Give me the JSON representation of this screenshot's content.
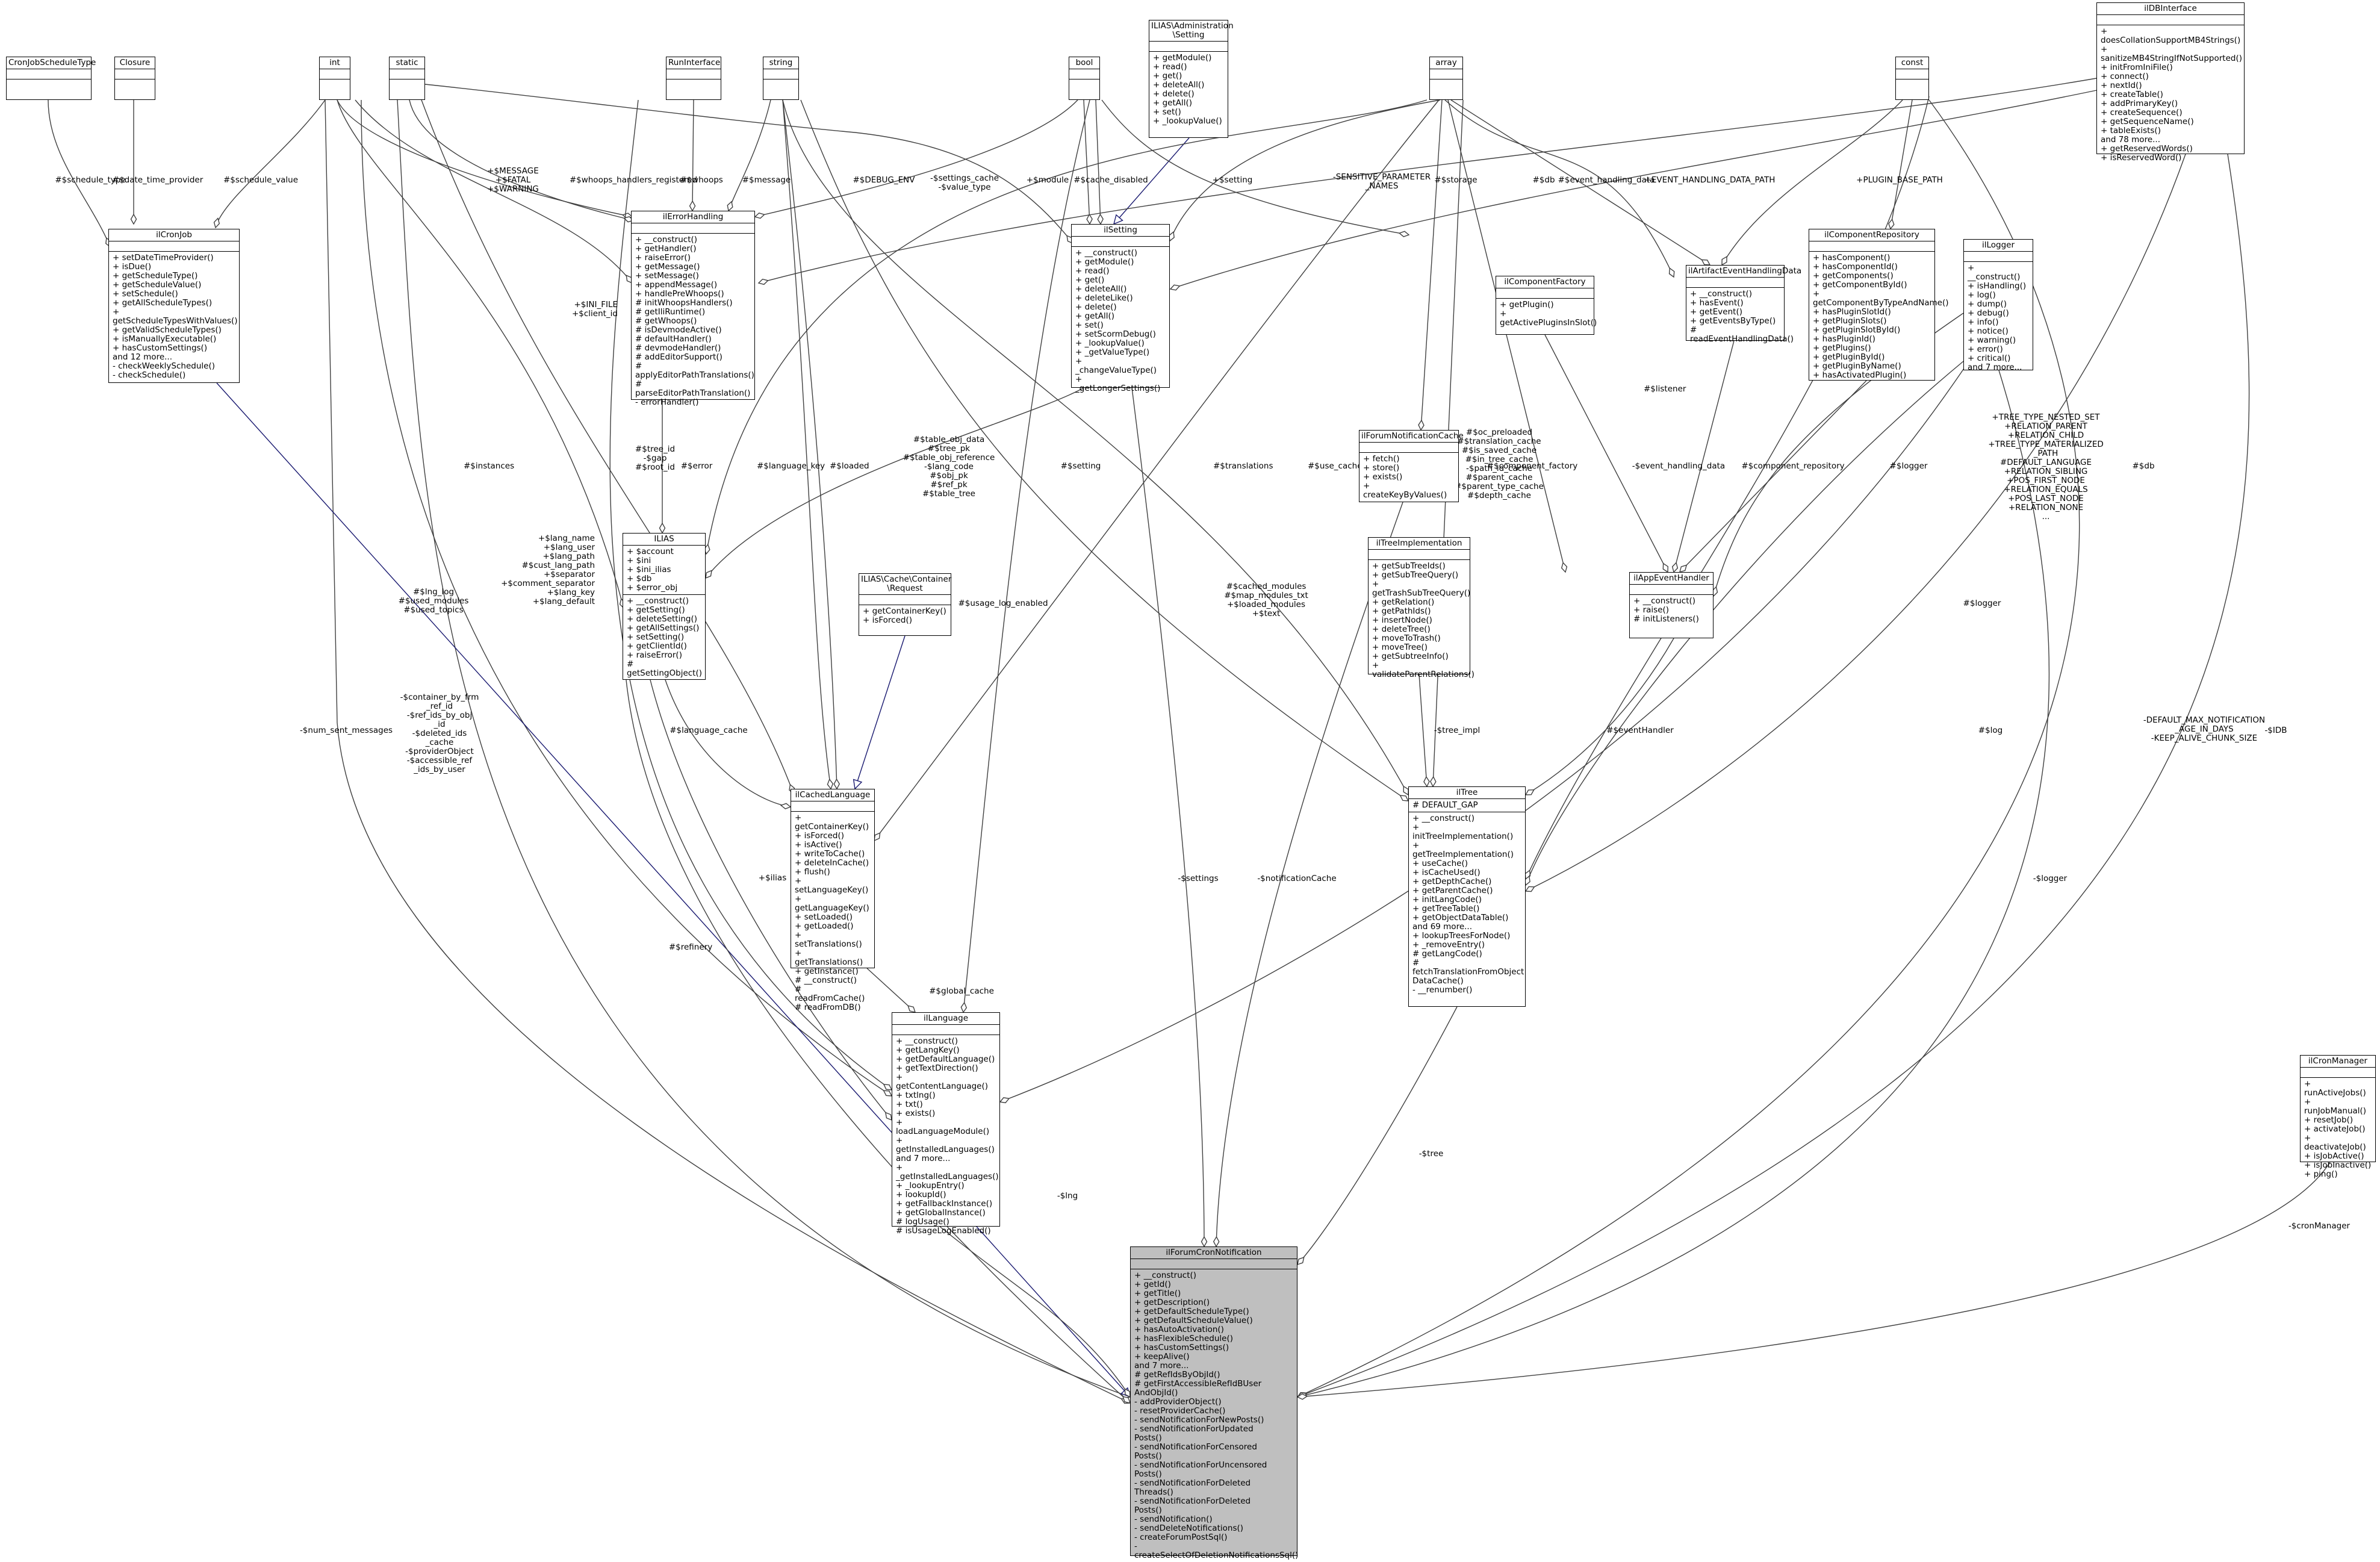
{
  "classes": {
    "CronJobScheduleType": {
      "title": "CronJobScheduleType",
      "attrs": "",
      "ops": ""
    },
    "Closure": {
      "title": "Closure",
      "attrs": "",
      "ops": ""
    },
    "int": {
      "title": "int",
      "attrs": "",
      "ops": ""
    },
    "static": {
      "title": "static",
      "attrs": "",
      "ops": ""
    },
    "RunInterface": {
      "title": "RunInterface",
      "attrs": "",
      "ops": ""
    },
    "string": {
      "title": "string",
      "attrs": "",
      "ops": ""
    },
    "bool": {
      "title": "bool",
      "attrs": "",
      "ops": ""
    },
    "AdminSetting": {
      "title": "ILIAS\\Administration\n\\Setting",
      "attrs": "",
      "ops": "+ getModule()\n+ read()\n+ get()\n+ deleteAll()\n+ delete()\n+ getAll()\n+ set()\n+ _lookupValue()"
    },
    "array": {
      "title": "array",
      "attrs": "",
      "ops": ""
    },
    "const": {
      "title": "const",
      "attrs": "",
      "ops": ""
    },
    "ilDBInterface": {
      "title": "ilDBInterface",
      "attrs": "",
      "ops": "+ doesCollationSupportMB4Strings()\n+ sanitizeMB4StringIfNotSupported()\n+ initFromIniFile()\n+ connect()\n+ nextId()\n+ createTable()\n+ addPrimaryKey()\n+ createSequence()\n+ getSequenceName()\n+ tableExists()\nand 78 more...\n+ getReservedWords()\n+ isReservedWord()"
    },
    "ilCronJob": {
      "title": "ilCronJob",
      "attrs": "",
      "ops": "+ setDateTimeProvider()\n+ isDue()\n+ getScheduleType()\n+ getScheduleValue()\n+ setSchedule()\n+ getAllScheduleTypes()\n+ getScheduleTypesWithValues()\n+ getValidScheduleTypes()\n+ isManuallyExecutable()\n+ hasCustomSettings()\nand 12 more...\n- checkWeeklySchedule()\n- checkSchedule()"
    },
    "ilErrorHandling": {
      "title": "ilErrorHandling",
      "attrs": "",
      "ops": "+ __construct()\n+ getHandler()\n+ raiseError()\n+ getMessage()\n+ setMessage()\n+ appendMessage()\n+ handlePreWhoops()\n# initWhoopsHandlers()\n# getIliRuntime()\n# getWhoops()\n# isDevmodeActive()\n# defaultHandler()\n# devmodeHandler()\n# addEditorSupport()\n# applyEditorPathTranslations()\n# parseEditorPathTranslation()\n- errorHandler()"
    },
    "ilSetting": {
      "title": "ilSetting",
      "attrs": "",
      "ops": "+ __construct()\n+ getModule()\n+ read()\n+ get()\n+ deleteAll()\n+ deleteLike()\n+ delete()\n+ getAll()\n+ set()\n+ setScormDebug()\n+ _lookupValue()\n+ _getValueType()\n+ _changeValueType()\n+ _getLongerSettings()"
    },
    "ilArtifactEventHandlingData": {
      "title": "ilArtifactEventHandlingData",
      "attrs": "",
      "ops": "+ __construct()\n+ hasEvent()\n+ getEvent()\n+ getEventsByType()\n# readEventHandlingData()"
    },
    "ilComponentRepository": {
      "title": "ilComponentRepository",
      "attrs": "",
      "ops": "+ hasComponent()\n+ hasComponentId()\n+ getComponents()\n+ getComponentById()\n+ getComponentByTypeAndName()\n+ hasPluginSlotId()\n+ getPluginSlots()\n+ getPluginSlotById()\n+ hasPluginId()\n+ getPlugins()\n+ getPluginById()\n+ getPluginByName()\n+ hasActivatedPlugin()"
    },
    "ilLogger": {
      "title": "ilLogger",
      "attrs": "",
      "ops": "+ __construct()\n+ isHandling()\n+ log()\n+ dump()\n+ debug()\n+ info()\n+ notice()\n+ warning()\n+ error()\n+ critical()\nand 7 more..."
    },
    "ilComponentFactory": {
      "title": "ilComponentFactory",
      "attrs": "",
      "ops": "+ getPlugin()\n+ getActivePluginsInSlot()"
    },
    "ilForumNotificationCache": {
      "title": "ilForumNotificationCache",
      "attrs": "",
      "ops": "+ fetch()\n+ store()\n+ exists()\n+ createKeyByValues()"
    },
    "ilTreeImplementation": {
      "title": "ilTreeImplementation",
      "attrs": "",
      "ops": "+ getSubTreeIds()\n+ getSubTreeQuery()\n+ getTrashSubTreeQuery()\n+ getRelation()\n+ getPathIds()\n+ insertNode()\n+ deleteTree()\n+ moveToTrash()\n+ moveTree()\n+ getSubtreeInfo()\n+ validateParentRelations()"
    },
    "ilAppEventHandler": {
      "title": "ilAppEventHandler",
      "attrs": "",
      "ops": "+ __construct()\n+ raise()\n# initListeners()"
    },
    "ILIAS": {
      "title": "ILIAS",
      "attrs": "+ $account\n+ $ini\n+ $ini_ilias\n+ $db\n+ $error_obj",
      "ops": "+ __construct()\n+ getSetting()\n+ deleteSetting()\n+ getAllSettings()\n+ setSetting()\n+ getClientId()\n+ raiseError()\n# getSettingObject()"
    },
    "CacheRequest": {
      "title": "ILIAS\\Cache\\Container\n\\Request",
      "attrs": "",
      "ops": "+ getContainerKey()\n+ isForced()"
    },
    "ilCachedLanguage": {
      "title": "ilCachedLanguage",
      "attrs": "",
      "ops": "+ getContainerKey()\n+ isForced()\n+ isActive()\n+ writeToCache()\n+ deleteInCache()\n+ flush()\n+ setLanguageKey()\n+ getLanguageKey()\n+ setLoaded()\n+ getLoaded()\n+ setTranslations()\n+ getTranslations()\n+ getInstance()\n# __construct()\n# readFromCache()\n# readFromDB()"
    },
    "ilTree": {
      "title": "ilTree",
      "attrs": "# DEFAULT_GAP",
      "ops": "+ __construct()\n+ initTreeImplementation()\n+ getTreeImplementation()\n+ useCache()\n+ isCacheUsed()\n+ getDepthCache()\n+ getParentCache()\n+ initLangCode()\n+ getTreeTable()\n+ getObjectDataTable()\nand 69 more...\n+ lookupTreesForNode()\n+ _removeEntry()\n# getLangCode()\n# fetchTranslationFromObject\nDataCache()\n- __renumber()"
    },
    "ilLanguage": {
      "title": "ilLanguage",
      "attrs": "",
      "ops": "+ __construct()\n+ getLangKey()\n+ getDefaultLanguage()\n+ getTextDirection()\n+ getContentLanguage()\n+ txtlng()\n+ txt()\n+ exists()\n+ loadLanguageModule()\n+ getInstalledLanguages()\nand 7 more...\n+ _getInstalledLanguages()\n+ _lookupEntry()\n+ lookupId()\n+ getFallbackInstance()\n+ getGlobalInstance()\n# logUsage()\n# isUsageLogEnabled()"
    },
    "ilCronManager": {
      "title": "ilCronManager",
      "attrs": "",
      "ops": "+ runActiveJobs()\n+ runJobManual()\n+ resetJob()\n+ activateJob()\n+ deactivateJob()\n+ isJobActive()\n+ isJobInactive()\n+ ping()"
    },
    "ilForumCronNotification": {
      "title": "ilForumCronNotification",
      "attrs": "",
      "ops": "+ __construct()\n+ getId()\n+ getTitle()\n+ getDescription()\n+ getDefaultScheduleType()\n+ getDefaultScheduleValue()\n+ hasAutoActivation()\n+ hasFlexibleSchedule()\n+ hasCustomSettings()\n+ keepAlive()\nand 7 more...\n# getRefIdsByObjId()\n# getFirstAccessibleRefIdBUser\nAndObjId()\n- addProviderObject()\n- resetProviderCache()\n- sendNotificationForNewPosts()\n- sendNotificationForUpdated\nPosts()\n- sendNotificationForCensored\nPosts()\n- sendNotificationForUncensored\nPosts()\n- sendNotificationForDeleted\nThreads()\n- sendNotificationForDeleted\nPosts()\n- sendNotification()\n- sendDeleteNotifications()\n- createForumPostSql()\n- createSelectOfDeletionNotificationsSql()"
    }
  },
  "edge_labels": {
    "schedule_type": "#$schedule_type",
    "date_time_provider": "#$date_time_provider",
    "schedule_value": "#$schedule_value",
    "message_fatal_warning": "+$MESSAGE\n+$FATAL\n+$WARNING",
    "whoops_handlers": "#$whoops_handlers_registered",
    "whoops": "#$whoops",
    "message": "#$message",
    "debug_env": "#$DEBUG_ENV",
    "settings_cache": "-$settings_cache\n-$value_type",
    "module": "+$module",
    "cache_disabled": "#$cache_disabled",
    "setting_plus": "+$setting",
    "sensitive_params": "-SENSITIVE_PARAMETER\n_NAMES",
    "storage": "#$storage",
    "db": "#$db",
    "event_handling_data": "#$event_handling_data",
    "event_handling_path": "+EVENT_HANDLING_DATA_PATH",
    "plugin_base_path": "+PLUGIN_BASE_PATH",
    "ini_file": "+$INI_FILE\n+$client_id",
    "tree_id_gap": "#$tree_id\n-$gap\n#$root_id",
    "error": "#$error",
    "instances": "#$instances",
    "language_key": "#$language_key",
    "loaded": "#$loaded",
    "table_obj_data": "#$table_obj_data\n#$tree_pk\n#$table_obj_reference\n-$lang_code\n#$obj_pk\n#$ref_pk\n#$table_tree",
    "setting_hash": "#$setting",
    "translations": "#$translations",
    "use_cache": "#$use_cache",
    "oc_preloaded": "#$oc_preloaded\n#$translation_cache\n#$is_saved_cache\n#$in_tree_cache\n-$path_id_cache\n#$parent_cache\n#$parent_type_cache\n#$depth_cache",
    "listener": "#$listener",
    "component_factory": "#$component_factory",
    "event_handling_data2": "-$event_handling_data",
    "component_repository": "#$component_repository",
    "logger_hash": "#$logger",
    "tree_type_consts": "+TREE_TYPE_NESTED_SET\n+RELATION_PARENT\n+RELATION_CHILD\n+TREE_TYPE_MATERIALIZED\n_PATH\n#DEFAULT_LANGUAGE\n+RELATION_SIBLING\n+POS_FIRST_NODE\n+RELATION_EQUALS\n+POS_LAST_NODE\n+RELATION_NONE\n...",
    "db2": "#$db",
    "lng_log": "#$lng_log\n#$used_modules\n#$used_topics",
    "lang_name": "+$lang_name\n+$lang_user\n+$lang_path\n#$cust_lang_path\n+$separator\n+$comment_separator\n+$lang_key\n+$lang_default",
    "usage_log_enabled": "#$usage_log_enabled",
    "cached_modules": "#$cached_modules\n#$map_modules_txt\n+$loaded_modules\n+$text",
    "logger2": "#$logger",
    "tree_impl": "-$tree_impl",
    "event_handler": "#$eventHandler",
    "log": "#$log",
    "default_max": "-DEFAULT_MAX_NOTIFICATION\n_AGE_IN_DAYS\n-KEEP_ALIVE_CHUNK_SIZE",
    "idb": "-$IDB",
    "num_sent": "-$num_sent_messages",
    "container_by_frm": "-$container_by_frm\n_ref_id\n-$ref_ids_by_obj\n_id\n-$deleted_ids\n_cache\n-$providerObject\n-$accessible_ref\n_ids_by_user",
    "language_cache": "#$language_cache",
    "ilias": "+$ilias",
    "global_cache": "#$global_cache",
    "settings_minus": "-$settings",
    "notification_cache": "-$notificationCache",
    "tree": "-$tree",
    "lng": "-$lng",
    "logger_minus": "-$logger",
    "cron_manager": "-$cronManager",
    "ilias_hash": "#$ilias",
    "refinery": "#$refinery"
  }
}
